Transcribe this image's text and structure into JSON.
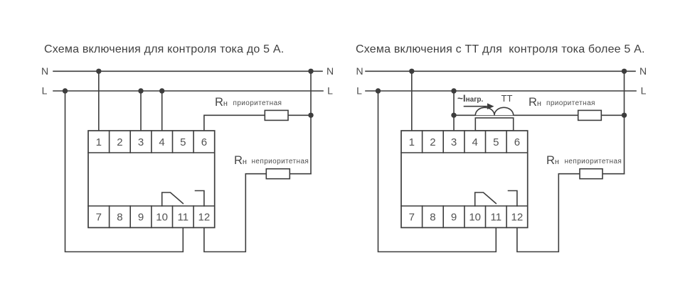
{
  "colors": {
    "line": "#3d3d3d",
    "text": "#4a4a4a",
    "background": "#ffffff"
  },
  "power_lines": {
    "neutral": "N",
    "line": "L"
  },
  "terminals_top": [
    "1",
    "2",
    "3",
    "4",
    "5",
    "6"
  ],
  "terminals_bottom": [
    "7",
    "8",
    "9",
    "10",
    "11",
    "12"
  ],
  "loads": {
    "symbol_main": "R",
    "symbol_sub": "н",
    "priority": "приоритетная",
    "non_priority": "неприоритетная"
  },
  "left_diagram": {
    "title": "Схема включения для контроля тока до 5 А."
  },
  "right_diagram": {
    "title": "Схема включения с ТТ для  контроля тока более 5 А.",
    "ct": {
      "label": "ТТ",
      "current_main": "~I",
      "current_sub": "нагр."
    }
  }
}
